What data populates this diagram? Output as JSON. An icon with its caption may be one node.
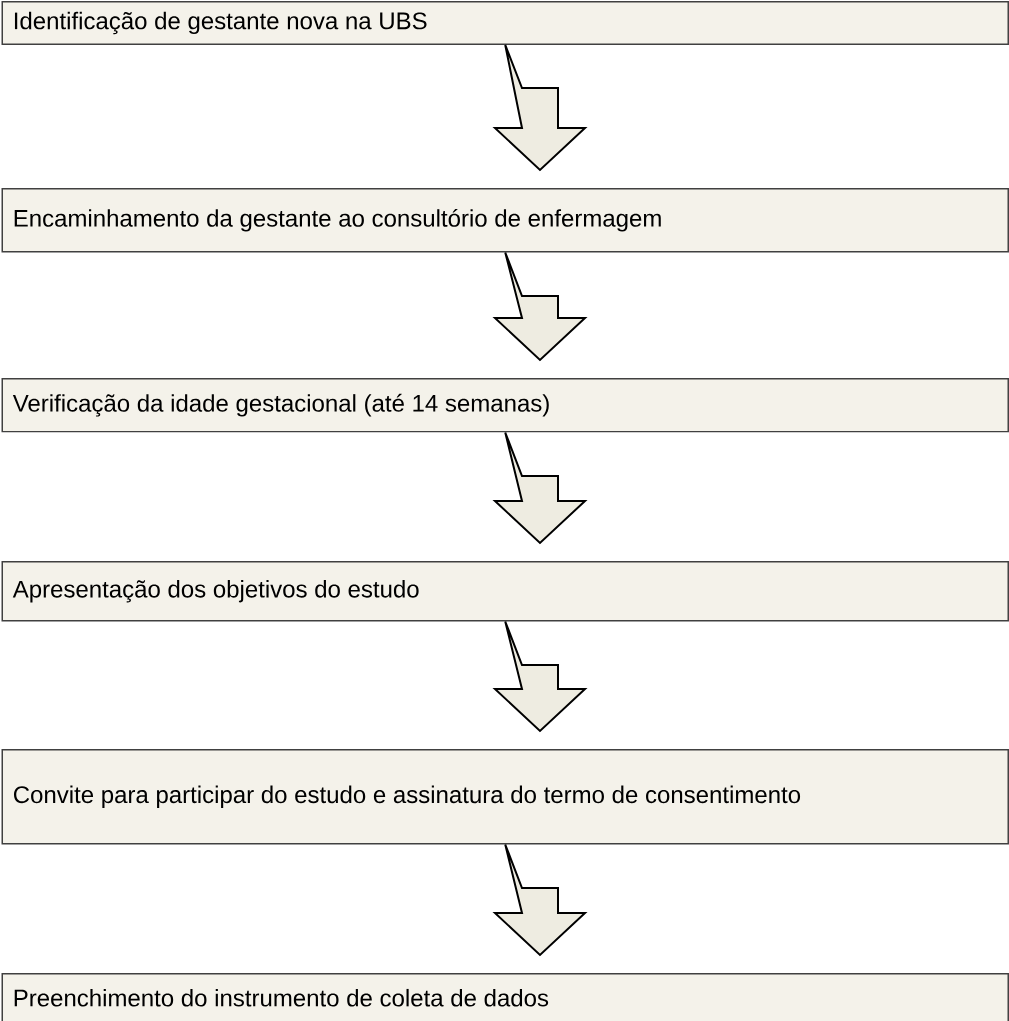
{
  "diagram": {
    "nodes": [
      {
        "text": [
          "Identificação de gestante nova na UBS"
        ]
      },
      {
        "text": [
          "Encaminhamento da gestante ao consultório de enfermagem"
        ]
      },
      {
        "text": [
          "Verificação da idade gestacional (até 14 semanas)"
        ]
      },
      {
        "text": [
          "Apresentação dos objetivos do estudo"
        ]
      },
      {
        "text": [
          "Convite para participar do estudo e assinatura do termo de consentimento"
        ]
      },
      {
        "text": [
          "Preenchimento do instrumento de coleta de dados"
        ]
      }
    ],
    "edges": [
      {
        "from": 0,
        "to": 1,
        "arrow": "to"
      },
      {
        "from": 1,
        "to": 2,
        "arrow": "to"
      },
      {
        "from": 2,
        "to": 3,
        "arrow": "to"
      },
      {
        "from": 3,
        "to": 4,
        "arrow": "to"
      },
      {
        "from": 4,
        "to": 5,
        "arrow": "to"
      }
    ]
  }
}
